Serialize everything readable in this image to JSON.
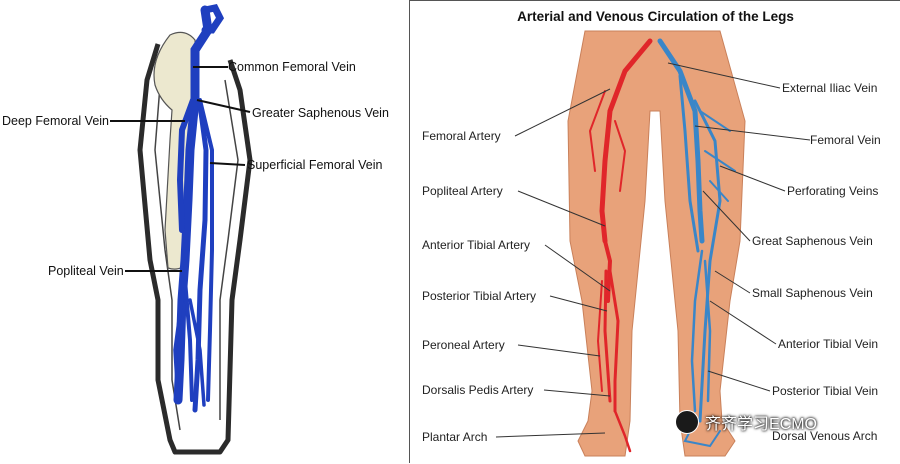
{
  "left": {
    "labels": {
      "common_femoral": "Common Femoral Vein",
      "deep_femoral": "Deep Femoral Vein",
      "greater_saphenous": "Greater Saphenous Vein",
      "superficial_femoral": "Superficial Femoral Vein",
      "popliteal": "Popliteal Vein"
    }
  },
  "right": {
    "title": "Arterial and Venous Circulation of the Legs",
    "arteries": {
      "femoral": "Femoral Artery",
      "popliteal": "Popliteal Artery",
      "anterior_tibial": "Anterior Tibial Artery",
      "posterior_tibial": "Posterior Tibial Artery",
      "peroneal": "Peroneal Artery",
      "dorsalis_pedis": "Dorsalis Pedis Artery",
      "plantar_arch": "Plantar Arch"
    },
    "veins": {
      "external_iliac": "External Iliac Vein",
      "femoral": "Femoral Vein",
      "perforating": "Perforating Veins",
      "great_saphenous": "Great Saphenous Vein",
      "small_saphenous": "Small Saphenous Vein",
      "anterior_tibial": "Anterior Tibial Vein",
      "posterior_tibial": "Posterior Tibial Vein",
      "dorsal_venous_arch": "Dorsal Venous Arch"
    },
    "watermark": "齐齐学习ECMO"
  },
  "colors": {
    "vein_blue": "#1f3fbf",
    "bone": "#ece8cf",
    "outline": "#2b2b2b",
    "artery_red": "#e0262a",
    "vein_light_blue": "#3a86c8",
    "skin": "#e8a27a"
  }
}
